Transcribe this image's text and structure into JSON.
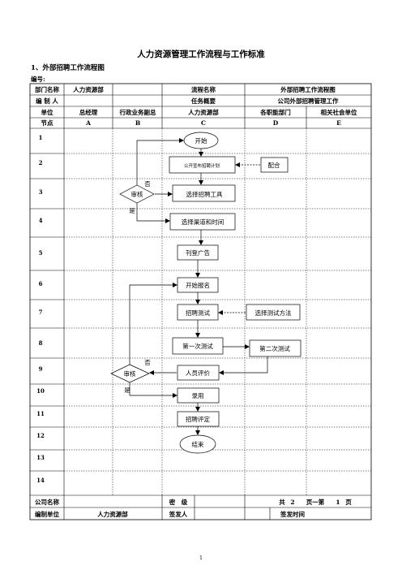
{
  "doc_title": "人力资源管理工作流程与工作标准",
  "section_title": "1、外部招聘工作流程图",
  "code_label": "编号:",
  "header": {
    "dept_name_label": "部门名称",
    "dept_name_value": "人力资源部",
    "flow_name_label": "流程名称",
    "flow_name_value": "外部招聘工作流程图",
    "author_label": "编 制 人",
    "task_summary_label": "任务概要",
    "task_summary_value": "公司外部招聘管理工作",
    "unit_label": "单位",
    "units": [
      "总经理",
      "行政业务副总",
      "人力资源部",
      "各职能部门",
      "相关社会单位"
    ],
    "node_label": "节点",
    "node_cols": [
      "A",
      "B",
      "C",
      "D",
      "E"
    ]
  },
  "rows": [
    "1",
    "2",
    "3",
    "4",
    "5",
    "6",
    "7",
    "8",
    "9",
    "10",
    "11",
    "12",
    "13",
    "14"
  ],
  "flow": {
    "start": "开始",
    "plan": "公开宣布招聘计划",
    "cooperate": "配合",
    "review1": "审核",
    "no1": "否",
    "yes1": "是",
    "tools": "选择招聘工具",
    "channel": "选择渠道和时间",
    "ad": "刊登广告",
    "signup": "开始报名",
    "test": "招聘测试",
    "method": "选择测试方法",
    "first": "第一次测试",
    "second": "第二次测试",
    "review2": "审核",
    "no2": "否",
    "yes2": "是",
    "evaluate": "人员评价",
    "hire": "录用",
    "assess": "招聘评定",
    "end": "结束"
  },
  "footer": {
    "company_label": "公司名称",
    "secret_label": "密　级",
    "total_label": "共",
    "total_pages": "2",
    "page_label": "页一第",
    "page_num": "1",
    "page_suffix": "页",
    "unit_label": "编制单位",
    "unit_value": "人力资源部",
    "issuer_label": "签发人",
    "issue_time_label": "签发时间"
  },
  "page_number": "1"
}
